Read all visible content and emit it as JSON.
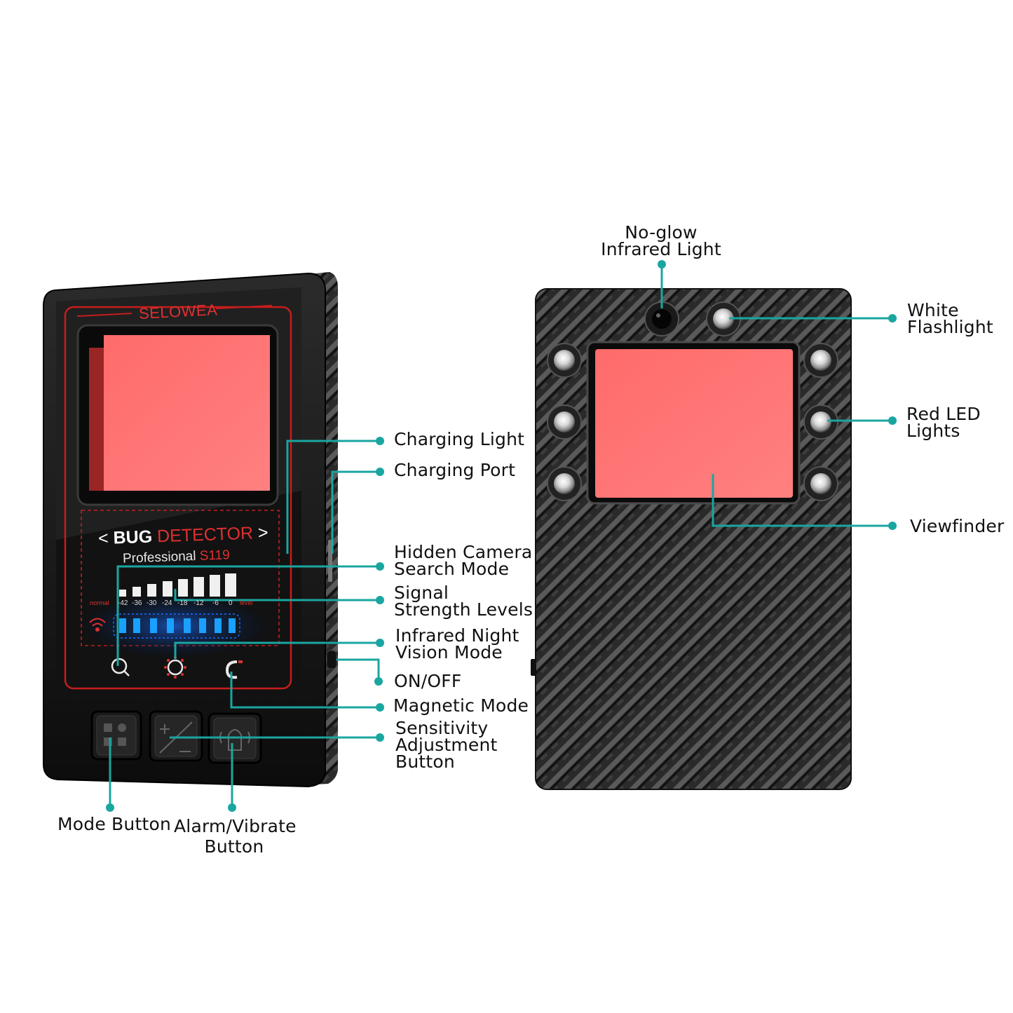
{
  "front_device": {
    "brand": "SELOWEA",
    "title_left": "<",
    "title_bug": "BUG",
    "title_detector": "DETECTOR",
    "title_right": ">",
    "subtitle_professional": "Professional",
    "subtitle_model": "S119",
    "scale_left": "normal",
    "scale_right": "level",
    "scale_ticks": [
      "-42",
      "-36",
      "-30",
      "-24",
      "-18",
      "-12",
      "-6",
      "0"
    ]
  },
  "callouts": {
    "charging_light": "Charging Light",
    "charging_port": "Charging Port",
    "hidden_camera": "Hidden Camera\nSearch Mode",
    "signal_strength": "Signal\nStrength Levels",
    "infrared_night": "Infrared Night\nVision Mode",
    "on_off": "ON/OFF",
    "magnetic_mode": "Magnetic Mode",
    "sensitivity": "Sensitivity\nAdjustment\nButton",
    "mode_button": "Mode Button",
    "alarm_vibrate": "Alarm/Vibrate\nButton",
    "no_glow": "No-glow\nInfrared Light",
    "white_flashlight": "White\nFlashlight",
    "red_led": "Red LED\nLights",
    "viewfinder": "Viewfinder"
  },
  "colors": {
    "callout": "#1aa6a0",
    "lens_red": "#ff7a7a",
    "brand_red": "#e03030",
    "led_blue": "#1aa0ff"
  },
  "icons": [
    "search-icon",
    "infrared-icon",
    "magnet-icon",
    "wifi-icon",
    "mode-grid-icon",
    "plus-minus-icon",
    "bell-icon"
  ]
}
